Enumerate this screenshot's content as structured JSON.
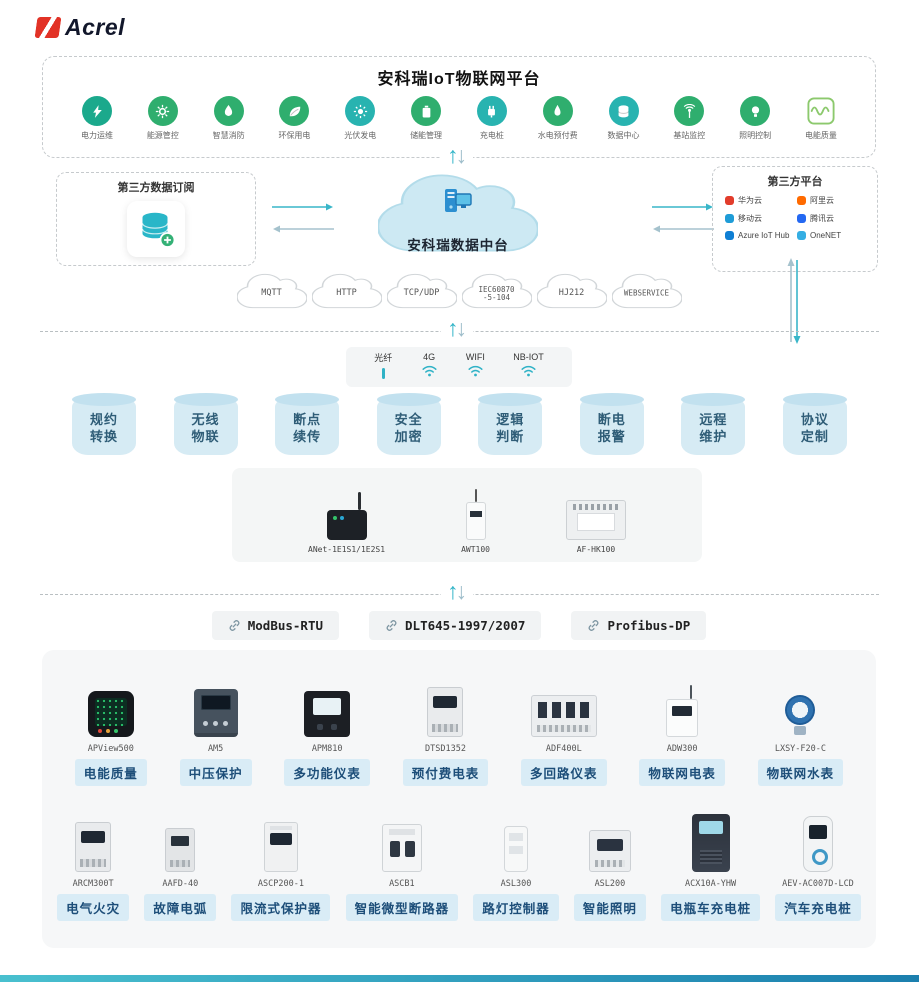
{
  "brand": {
    "name": "Acrel"
  },
  "platform": {
    "title": "安科瑞IoT物联网平台",
    "apps": [
      {
        "label": "电力运维",
        "icon": "bolt-icon",
        "color": "#1ba98c"
      },
      {
        "label": "能源管控",
        "icon": "gear-icon",
        "color": "#2fae6e"
      },
      {
        "label": "智慧消防",
        "icon": "flame-icon",
        "color": "#2fae6e"
      },
      {
        "label": "环保用电",
        "icon": "leaf-icon",
        "color": "#2fae6e"
      },
      {
        "label": "光伏发电",
        "icon": "sun-icon",
        "color": "#28b3b0"
      },
      {
        "label": "储能管理",
        "icon": "battery-icon",
        "color": "#2fae6e"
      },
      {
        "label": "充电桩",
        "icon": "plug-icon",
        "color": "#28b3b0"
      },
      {
        "label": "水电预付费",
        "icon": "droplet-icon",
        "color": "#2fae6e"
      },
      {
        "label": "数据中心",
        "icon": "database-icon",
        "color": "#28b3b0"
      },
      {
        "label": "基站监控",
        "icon": "antenna-icon",
        "color": "#2fae6e"
      },
      {
        "label": "照明控制",
        "icon": "bulb-icon",
        "color": "#2fae6e"
      },
      {
        "label": "电能质量",
        "icon": "wave-icon",
        "color": "#8cc96d"
      }
    ]
  },
  "integration": {
    "left_box_title": "第三方数据订阅",
    "data_center_label": "安科瑞数据中台",
    "right_box_title": "第三方平台",
    "third_party_platforms": [
      {
        "name": "华为云",
        "color": "#e23c2b"
      },
      {
        "name": "阿里云",
        "color": "#ff6a00"
      },
      {
        "name": "移动云",
        "color": "#1e9cd7"
      },
      {
        "name": "腾讯云",
        "color": "#2468f2"
      },
      {
        "name": "Azure IoT Hub",
        "color": "#0f7fd4"
      },
      {
        "name": "OneNET",
        "color": "#35aee3"
      }
    ],
    "protocols": [
      {
        "label": "MQTT"
      },
      {
        "label": "HTTP"
      },
      {
        "label": "TCP/UDP"
      },
      {
        "label": "IEC60870\n-5-104"
      },
      {
        "label": "HJ212"
      },
      {
        "label": "WEBSERVICE"
      }
    ]
  },
  "connectivity": {
    "items": [
      {
        "label": "光纤",
        "icon": "fiber-icon"
      },
      {
        "label": "4G",
        "icon": "wifi-icon"
      },
      {
        "label": "WIFI",
        "icon": "wifi-icon"
      },
      {
        "label": "NB-IOT",
        "icon": "wifi-icon"
      }
    ]
  },
  "features": [
    {
      "line1": "规约",
      "line2": "转换"
    },
    {
      "line1": "无线",
      "line2": "物联"
    },
    {
      "line1": "断点",
      "line2": "续传"
    },
    {
      "line1": "安全",
      "line2": "加密"
    },
    {
      "line1": "逻辑",
      "line2": "判断"
    },
    {
      "line1": "断电",
      "line2": "报警"
    },
    {
      "line1": "远程",
      "line2": "维护"
    },
    {
      "line1": "协议",
      "line2": "定制"
    }
  ],
  "gateways": [
    {
      "model": "ANet-1E1S1/1E2S1"
    },
    {
      "model": "AWT100"
    },
    {
      "model": "AF-HK100"
    }
  ],
  "field_protocols": [
    {
      "label": "ModBus-RTU"
    },
    {
      "label": "DLT645-1997/2007"
    },
    {
      "label": "Profibus-DP"
    }
  ],
  "devices": {
    "row1": [
      {
        "model": "APView500",
        "category": "电能质量"
      },
      {
        "model": "AM5",
        "category": "中压保护"
      },
      {
        "model": "APM810",
        "category": "多功能仪表"
      },
      {
        "model": "DTSD1352",
        "category": "预付费电表"
      },
      {
        "model": "ADF400L",
        "category": "多回路仪表"
      },
      {
        "model": "ADW300",
        "category": "物联网电表"
      },
      {
        "model": "LXSY-F20-C",
        "category": "物联网水表"
      }
    ],
    "row2": [
      {
        "model": "ARCM300T",
        "category": "电气火灾"
      },
      {
        "model": "AAFD-40",
        "category": "故障电弧"
      },
      {
        "model": "ASCP200-1",
        "category": "限流式保护器"
      },
      {
        "model": "ASCB1",
        "category": "智能微型断路器"
      },
      {
        "model": "ASL300",
        "category": "路灯控制器"
      },
      {
        "model": "ASL200",
        "category": "智能照明"
      },
      {
        "model": "ACX10A-YHW",
        "category": "电瓶车充电桩"
      },
      {
        "model": "AEV-AC007D-LCD",
        "category": "汽车充电桩"
      }
    ]
  },
  "colors": {
    "accent": "#2fb2c6",
    "arrow_gray": "#a5c2cd",
    "tag_bg": "#d9ecf6",
    "tag_text": "#1d4e79",
    "cylinder_bg": "#d6ebf4",
    "box_bg": "#f5f6f7"
  }
}
